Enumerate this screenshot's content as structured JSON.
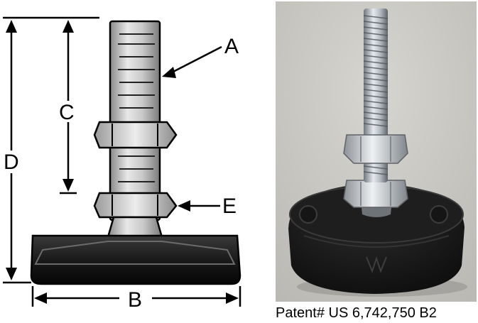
{
  "diagram": {
    "labels": {
      "a": "A",
      "b": "B",
      "c": "C",
      "d": "D",
      "e": "E"
    }
  },
  "photo": {
    "background": "#c9c8c3",
    "nut_color": "#b9bdc1",
    "base_color": "#181818"
  },
  "caption": {
    "text": "Patent# US 6,742,750 B2"
  },
  "colors": {
    "metal": "#c4c4c4",
    "base": "#1a1a1a",
    "line": "#000000"
  }
}
